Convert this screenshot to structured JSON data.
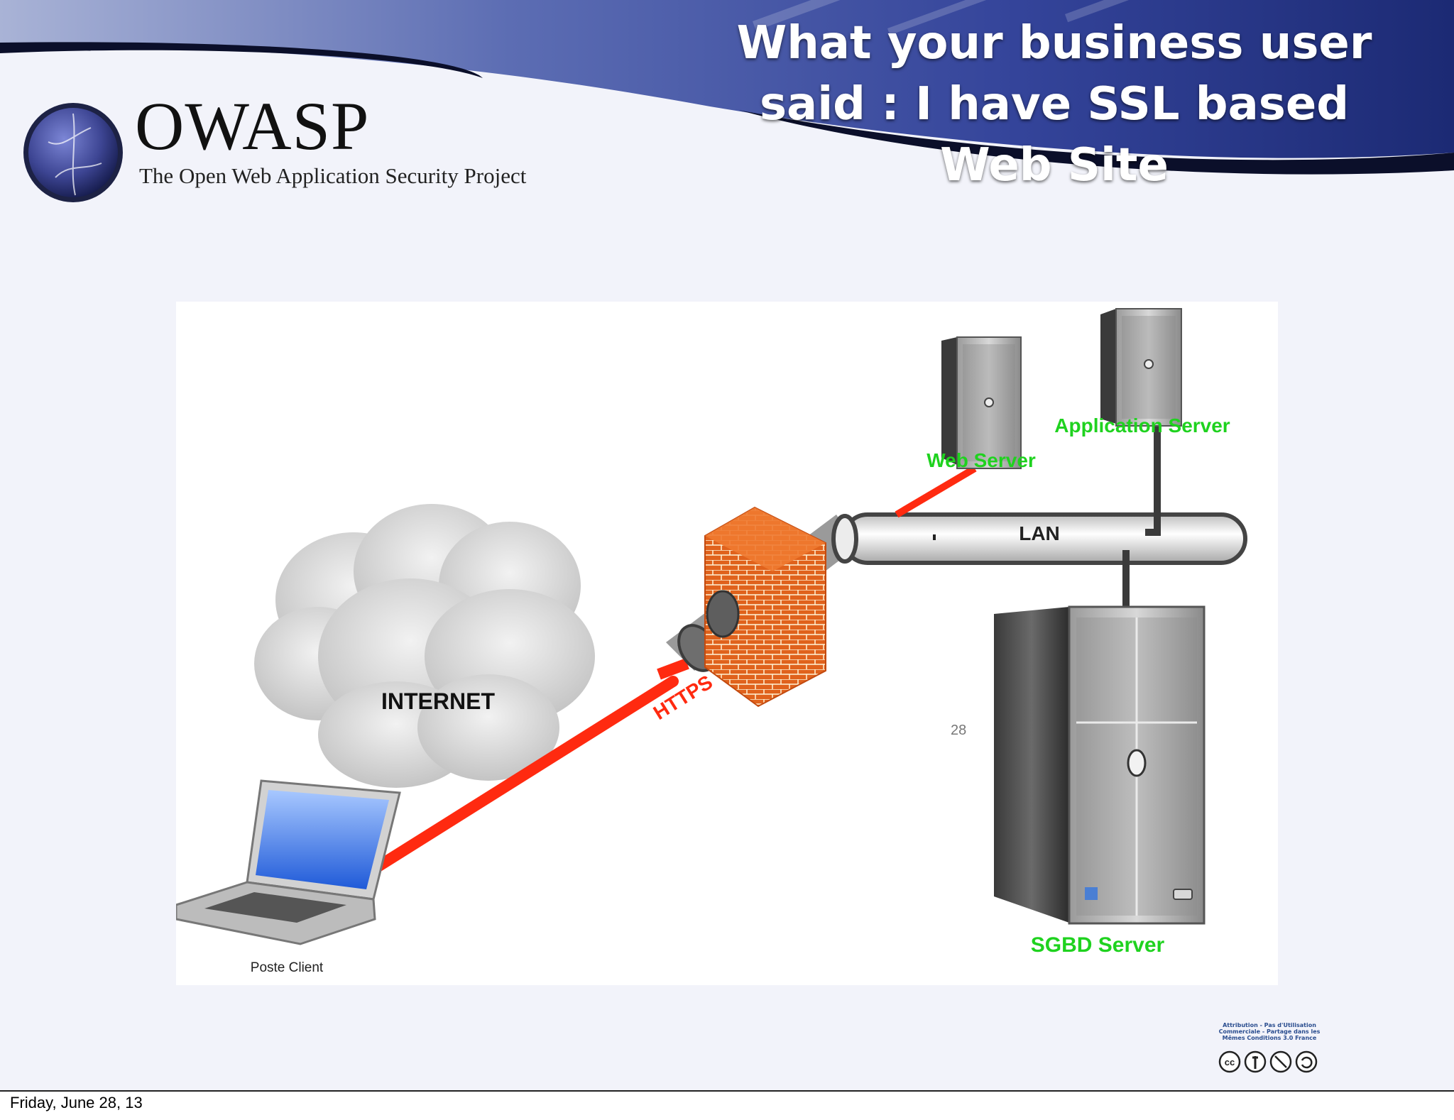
{
  "slide": {
    "title": "What your business user said : I have SSL based Web Site",
    "logo": {
      "wordmark": "OWASP",
      "tagline": "The Open Web Application Security Project"
    },
    "page_number": "28",
    "footer_date": "Friday, June 28, 13",
    "license_text": "Attribution - Pas d'Utilisation Commerciale - Partage dans les Mêmes Conditions 3.0 France",
    "license_icons": [
      "cc",
      "by",
      "nc",
      "sa"
    ]
  },
  "diagram": {
    "labels": {
      "internet": "INTERNET",
      "https": "HTTPS",
      "lan": "LAN",
      "web_server": "Web Server",
      "application_server": "Application Server",
      "sgbd_server": "SGBD Server",
      "client": "Poste Client"
    },
    "colors": {
      "connection": "#ff2a10",
      "server_label": "#1fd21f",
      "firewall": "#e0621c",
      "title_band": "#2c3a8a"
    }
  }
}
